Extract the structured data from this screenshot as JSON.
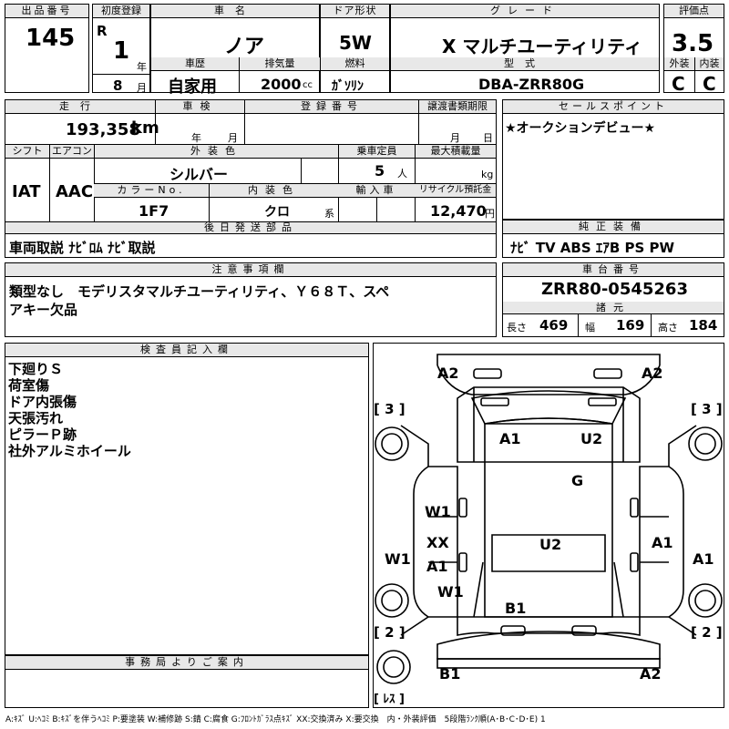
{
  "header": {
    "lot_label": "出品番号",
    "lot_no": "145",
    "first_reg_label": "初度登録",
    "era": "R",
    "year": "1",
    "year_unit": "年",
    "month": "8",
    "month_unit": "月",
    "car_name_label": "車名",
    "car_name": "ノア",
    "history_label": "車歴",
    "history": "自家用",
    "displacement_label": "排気量",
    "displacement": "2000",
    "displacement_unit": "cc",
    "door_label": "ドア形状",
    "door": "5W",
    "fuel_label": "燃料",
    "fuel": "ｶﾞｿﾘﾝ",
    "grade_label": "グレード",
    "grade": "X マルチユーティリティ",
    "model_label": "型式",
    "model": "DBA-ZRR80G",
    "score_label": "評価点",
    "score": "3.5",
    "exterior_label": "外装",
    "exterior": "C",
    "interior_label": "内装",
    "interior": "C"
  },
  "row2": {
    "mileage_label": "走行",
    "mileage": "193,358",
    "mileage_unit": "km",
    "inspection_label": "車検",
    "insp_year_unit": "年",
    "insp_month_unit": "月",
    "reg_no_label": "登録番号",
    "transfer_label": "譲渡書類期限",
    "transfer_month_unit": "月",
    "transfer_day_unit": "日",
    "sales_label": "セールスポイント",
    "sales_text": "★オークションデビュー★"
  },
  "row3": {
    "shift_label": "シフト",
    "shift": "IAT",
    "ac_label": "エアコン",
    "ac": "AAC",
    "ext_color_label": "外装色",
    "ext_color": "シルバー",
    "seats_label": "乗車定員",
    "seats": "5",
    "seats_unit": "人",
    "max_load_label": "最大積載量",
    "max_load_unit": "kg",
    "color_no_label": "カラーNo.",
    "color_no": "1F7",
    "int_color_label": "内装色",
    "int_color": "クロ",
    "int_color_unit": "系",
    "import_label": "輸入車",
    "recycle_label": "リサイクル預託金",
    "recycle": "12,470",
    "recycle_unit": "円"
  },
  "parts": {
    "label": "後日発送部品",
    "text": "車両取説 ﾅﾋﾞﾛﾑ ﾅﾋﾞ取説"
  },
  "equipment": {
    "label": "純正装備",
    "text": "ﾅﾋﾞ TV ABS ｴｱB PS PW"
  },
  "notes": {
    "label": "注意事項欄",
    "line1": "類型なし　モデリスタマルチユーティリティ、Ｙ６８Ｔ、スペ",
    "line2": "アキー欠品"
  },
  "chassis": {
    "label": "車台番号",
    "number": "ZRR80-0545263",
    "spec_label": "諸元",
    "length_label": "長さ",
    "length": "469",
    "width_label": "幅",
    "width": "169",
    "height_label": "高さ",
    "height": "184"
  },
  "inspector": {
    "label": "検査員記入欄",
    "lines": [
      "下廻りＳ",
      "荷室傷",
      "ドア内張傷",
      "天張汚れ",
      "ピラーＰ跡",
      "社外アルミホイール"
    ]
  },
  "office": {
    "label": "事務局よりご案内"
  },
  "diagram": {
    "marks": [
      "A2",
      "A2",
      "A1",
      "U2",
      "G",
      "W1",
      "XX",
      "U2",
      "A1",
      "W1",
      "A1",
      "A1",
      "W1",
      "B1",
      "B1",
      "A2"
    ],
    "tire_marks": [
      "[ 3 ]",
      "[ 3 ]",
      "[ 2 ]",
      "[ 2 ]",
      "[ ﾚｽ ]"
    ]
  },
  "legend": "A:ｷｽﾞ U:ﾍｺﾐ B:ｷｽﾞを伴うﾍｺﾐ P:要塗装 W:補修跡 S:錆 C:腐食 G:ﾌﾛﾝﾄｶﾞﾗｽ点ｷｽﾞ XX:交換済み X:要交換　内・外装評価　5段階ﾗﾝｸ順(A･B･C･D･E) 1"
}
